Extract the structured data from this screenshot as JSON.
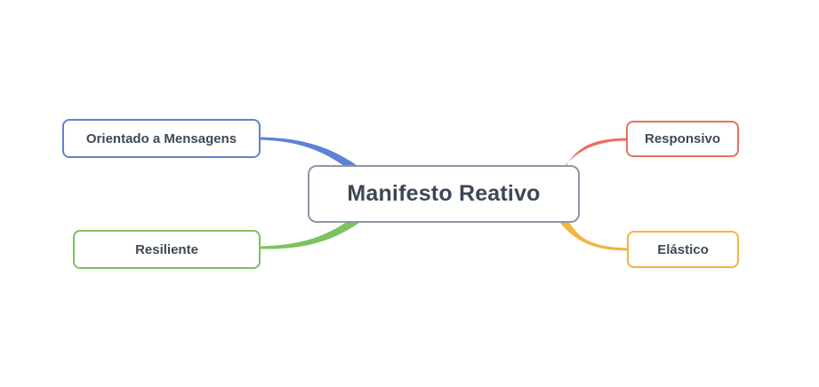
{
  "diagram": {
    "type": "mindmap",
    "background_color": "#ffffff",
    "root": {
      "label": "Manifesto Reativo",
      "border_color": "#8d97a8",
      "text_color": "#3d4754"
    },
    "branches": [
      {
        "label": "Orientado a Mensagens",
        "color": "#5c82d6",
        "position": "top-left"
      },
      {
        "label": "Responsivo",
        "color": "#e8705c",
        "position": "top-right"
      },
      {
        "label": "Resiliente",
        "color": "#7cc25e",
        "position": "bottom-left"
      },
      {
        "label": "Elástico",
        "color": "#f3b440",
        "position": "bottom-right"
      }
    ],
    "text_color": "#3f4956"
  }
}
